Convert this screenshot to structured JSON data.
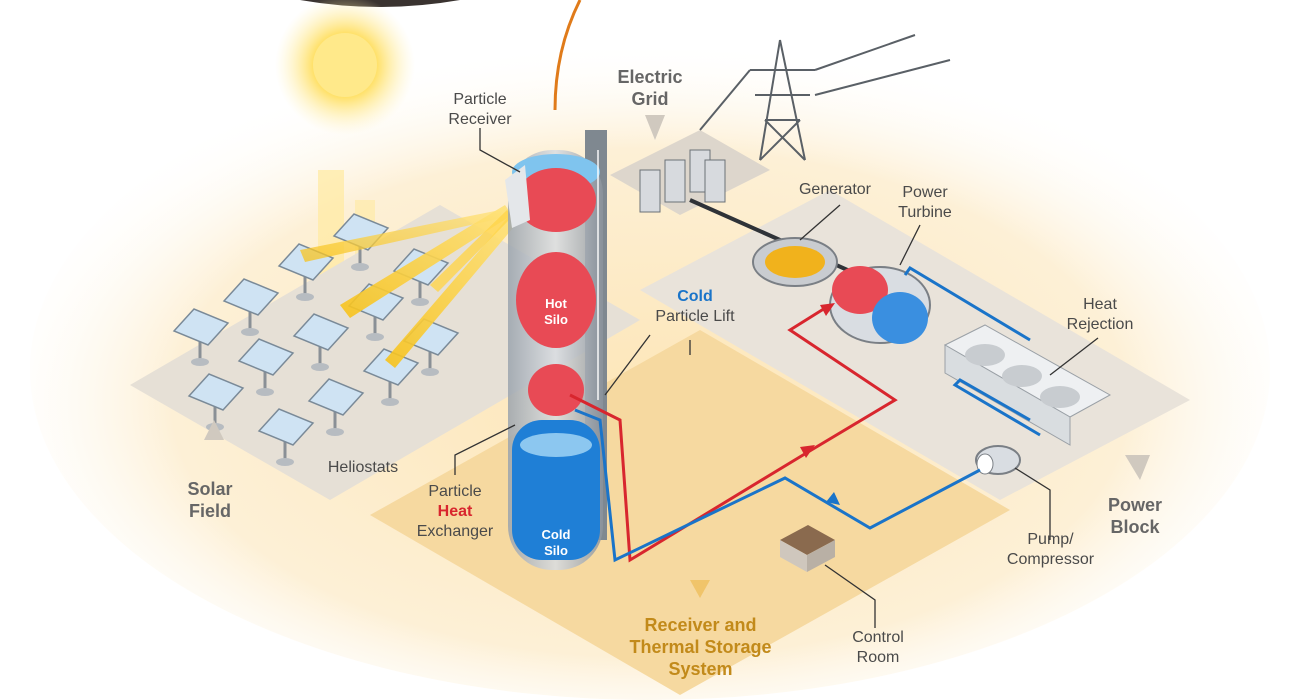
{
  "labels": {
    "particle_receiver": [
      "Particle",
      "Receiver"
    ],
    "electric_grid": [
      "Electric",
      "Grid"
    ],
    "generator": "Generator",
    "power_turbine": [
      "Power",
      "Turbine"
    ],
    "cold_particle_lift": {
      "highlight": "Cold",
      "rest": "Particle Lift"
    },
    "heat_rejection": [
      "Heat",
      "Rejection"
    ],
    "heliostats": "Heliostats",
    "solar_field": [
      "Solar",
      "Field"
    ],
    "particle_heat_exchanger": {
      "line1": "Particle",
      "highlight": "Heat",
      "line3": "Exchanger"
    },
    "power_block": [
      "Power",
      "Block"
    ],
    "pump_compressor": [
      "Pump/",
      "Compressor"
    ],
    "receiver_storage": [
      "Receiver and",
      "Thermal Storage",
      "System"
    ],
    "control_room": [
      "Control",
      "Room"
    ],
    "hot_silo": [
      "Hot",
      "Silo"
    ],
    "cold_silo": [
      "Cold",
      "Silo"
    ]
  },
  "colors": {
    "hot": "#d8262e",
    "cold": "#1a74c9",
    "sunlight": "#f5c518",
    "ground": "#f7dfb0",
    "platform": "#e6e0d6",
    "region_label": "#666666",
    "storage_label": "#c28a1a"
  },
  "icons": [
    "sun-icon",
    "heliostat-icon",
    "tower-icon",
    "transmission-tower-icon",
    "transformer-icon",
    "generator-icon",
    "turbine-icon",
    "heat-rejection-icon",
    "pump-icon",
    "control-room-icon"
  ]
}
